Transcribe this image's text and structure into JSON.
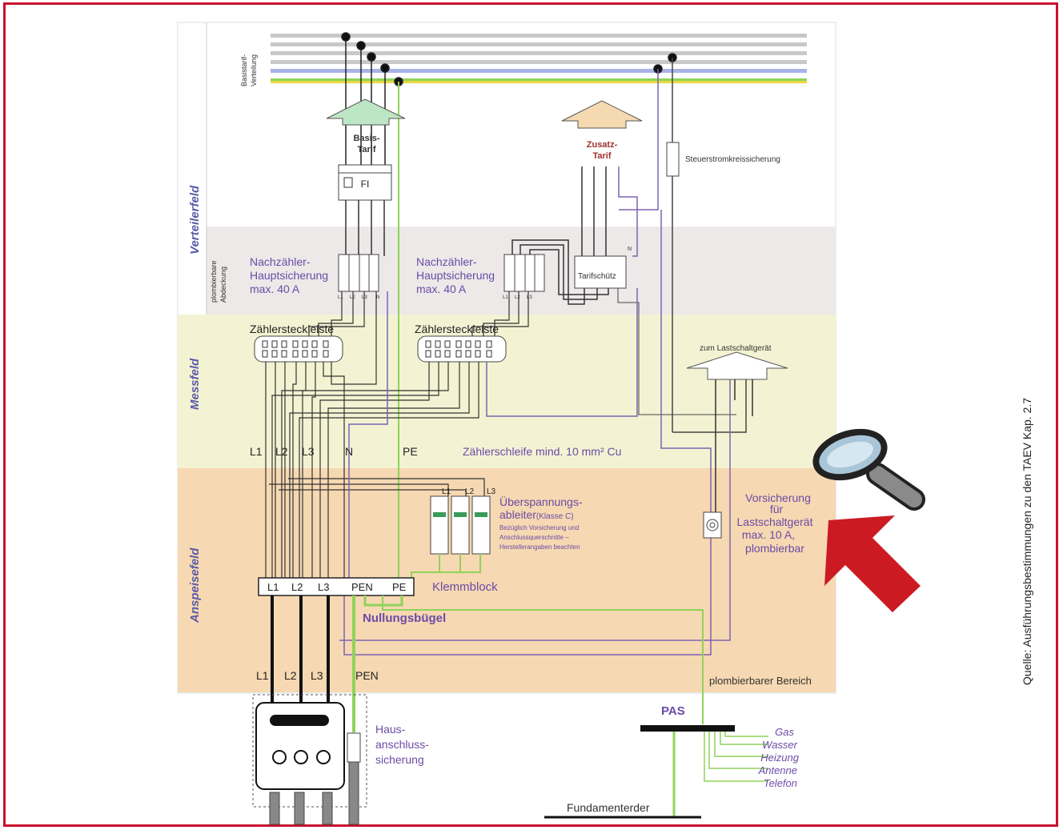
{
  "sections": {
    "verteilerfeld": "Verteilerfeld",
    "messfeld": "Messfeld",
    "anspeisefeld": "Anspeisefeld",
    "plombierbare_abdeckung": [
      "plombierbare",
      "Abdeckung"
    ],
    "basistarif_verteilung": [
      "Basistarif-",
      "Verteilung"
    ]
  },
  "labels": {
    "basis_tarif": [
      "Basis-",
      "Tarif"
    ],
    "zusatz_tarif": [
      "Zusatz-",
      "Tarif"
    ],
    "fi": "FI",
    "steuerstrom": "Steuerstromkreissicherung",
    "nachzaehler_1": [
      "Nachzähler-",
      "Hauptsicherung",
      "max. 40 A"
    ],
    "nachzaehler_2": [
      "Nachzähler-",
      "Hauptsicherung",
      "max. 40 A"
    ],
    "tarifschuetz": "Tarifschütz",
    "n_small": "N",
    "fuse_terminals": [
      "L1",
      "L2",
      "L3",
      "N"
    ],
    "fuse_terminals_2": [
      "L1",
      "L2",
      "L3"
    ],
    "zaehlersteckleiste_1": "Zählersteckleiste",
    "zaehlersteckleiste_2": "Zählersteckleiste",
    "lastschaltgeraet": "zum Lastschaltgerät",
    "conductors_mess": [
      "L1",
      "L2",
      "L3",
      "N",
      "PE"
    ],
    "zaehlerschleife": "Zählerschleife mind. 10 mm² Cu",
    "ueberspannung": [
      "Überspannungs-",
      "ableiter",
      "(Klasse C)"
    ],
    "ueberspannung_note": [
      "Bezüglich Vorsicherung und",
      "Anschlussquerschnitte –",
      "Herstellerangaben beachten"
    ],
    "arrester_terminals": [
      "L1",
      "L2",
      "L3"
    ],
    "vorsicherung": [
      "Vorsicherung",
      "für",
      "Lastschaltgerät",
      "max. 10 A,",
      "plombierbar"
    ],
    "klemmblock_terminals": [
      "L1",
      "L2",
      "L3",
      "PEN",
      "PE"
    ],
    "klemmblock": "Klemmblock",
    "nullungsbuegel": "Nullungsbügel",
    "conductors_bottom": [
      "L1",
      "L2",
      "L3",
      "PEN"
    ],
    "plombierbarer_bereich": "plombierbarer Bereich",
    "hausanschluss": [
      "Haus-",
      "anschluss-",
      "sicherung"
    ],
    "pas": "PAS",
    "pas_connections": [
      "Gas",
      "Wasser",
      "Heizung",
      "Antenne",
      "Telefon"
    ],
    "fundamenterder": "Fundamenterder",
    "source": "Quelle: Ausführungsbestimmungen zu den TAEV Kap. 2.7"
  },
  "colors": {
    "frame": "#c8102e",
    "plombierbar_bg": "#ece9e8",
    "messfeld_bg": "#f3f3d3",
    "anspeise_bg": "#f6d8b2",
    "wire_purple": "#7e62b3",
    "wire_green": "#8fd35a",
    "pointer_red": "#cc1a22"
  },
  "icons": [
    "magnifier-icon",
    "pointer-arrow-icon"
  ]
}
